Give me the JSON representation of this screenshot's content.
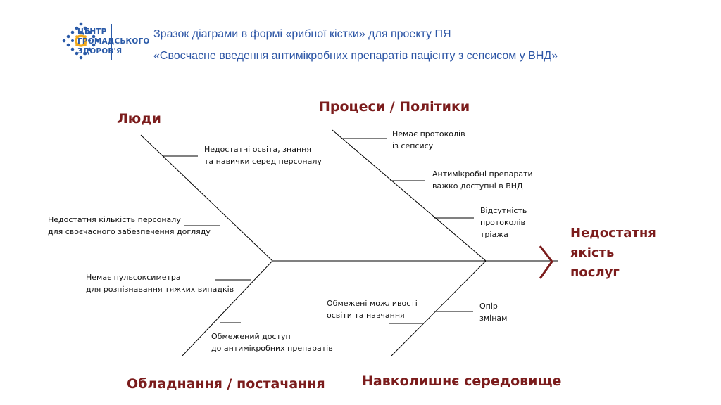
{
  "logo": {
    "lines": [
      "ЦЕНТР",
      "ГРОМАДСЬКОГО",
      "ЗДОРОВ'Я"
    ]
  },
  "header": {
    "title": "Зразок діаграми в формі «рибної кістки» для проекту ПЯ",
    "subtitle": "«Своєчасне введення антимікробних препаратів пацієнту з сепсисом у ВНД»"
  },
  "colors": {
    "header": "#2c55a5",
    "category": "#7b1c1c",
    "logo": "#2a5aa8",
    "logo_accent": "#f0a81c"
  },
  "diagram": {
    "categories": {
      "people": "Люди",
      "processes": "Процеси / Політики",
      "equipment": "Обладнання / постачання",
      "environment": "Навколишнє середовище"
    },
    "causes": {
      "people_1": [
        "Недостатні освіта, знання",
        "та навички серед персоналу"
      ],
      "people_2": [
        "Недостатня кількість персоналу",
        "для своєчасного забезпечення догляду"
      ],
      "processes_1": [
        "Немає протоколів",
        "із сепсису"
      ],
      "processes_2": [
        "Антимікробні препарати",
        "важко доступні в ВНД"
      ],
      "processes_3": [
        "Відсутність",
        "протоколів",
        "тріажа"
      ],
      "equipment_1": [
        "Немає пульсоксиметра",
        "для розпізнавання тяжких випадків"
      ],
      "equipment_2": [
        "Обмежений доступ",
        "до антимікробних препаратів"
      ],
      "environment_1": [
        "Обмежені можливості",
        "освіти та навчання"
      ],
      "environment_2": [
        "Опір",
        "змінам"
      ]
    },
    "effect": [
      "Недостатня",
      "якість",
      "послуг"
    ]
  }
}
